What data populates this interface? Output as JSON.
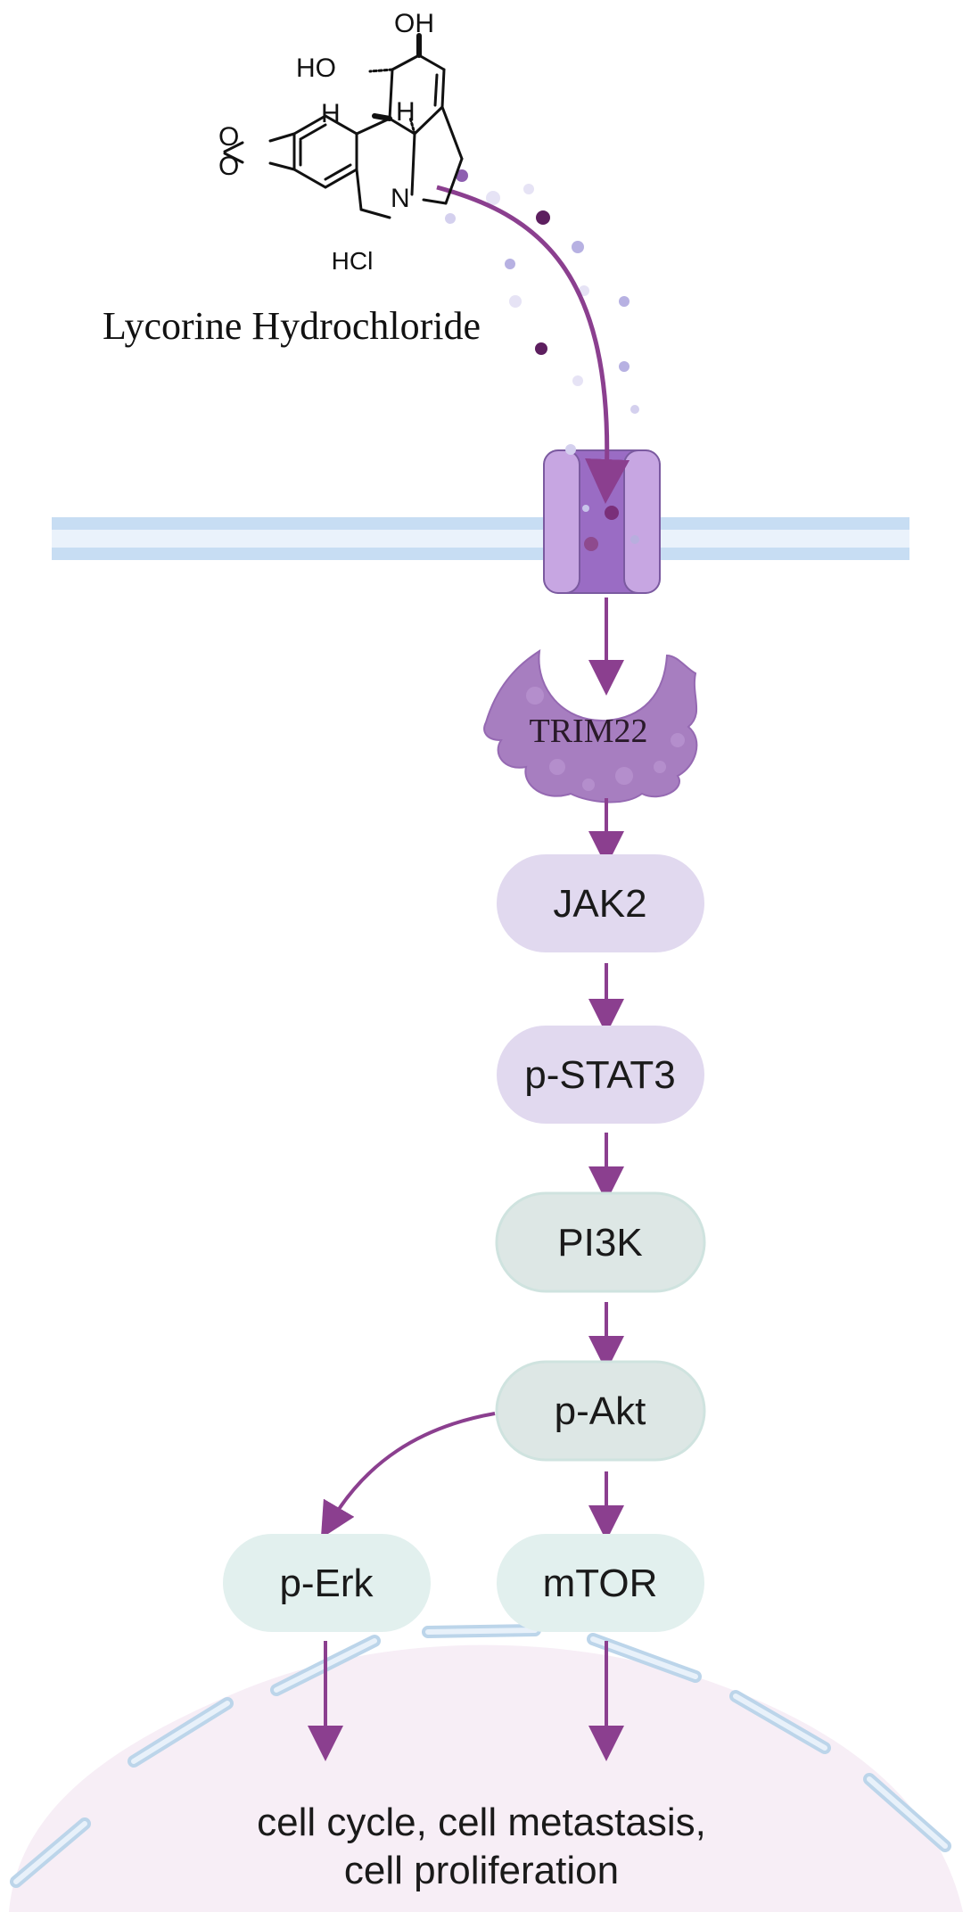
{
  "compound": {
    "name": "Lycorine Hydrochloride",
    "salt": "HCl",
    "labels": {
      "oh_top": "OH",
      "ho_left": "HO",
      "h_left": "H",
      "h_center": "H",
      "n": "N"
    }
  },
  "receptor_protein": {
    "label": "TRIM22"
  },
  "nodes": {
    "jak2": "JAK2",
    "pstat3": "p-STAT3",
    "pi3k": "PI3K",
    "pakt": "p-Akt",
    "perk": "p-Erk",
    "mtor": "mTOR"
  },
  "outcome": {
    "line1": "cell cycle, cell metastasis,",
    "line2": "cell proliferation"
  },
  "colors": {
    "arrow": "#8b3f8f",
    "membrane": "#c7ddf3",
    "channel": "#b58fd6",
    "channel_dark": "#9a6cc4",
    "trim22": "#a77ec0",
    "purple_node": "#e1d9ef",
    "teal_node": "#dde7e5",
    "nucleus_fill": "#f7eef6",
    "nucleus_border": "#bcd5ea"
  }
}
